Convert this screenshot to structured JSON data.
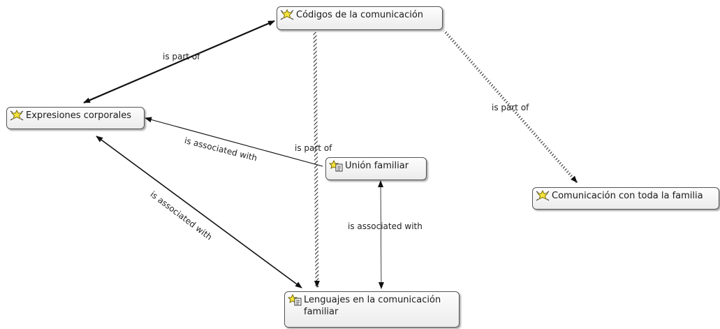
{
  "nodes": [
    {
      "id": "codigos",
      "label": "Códigos de la comunicación",
      "icon": "code-icon"
    },
    {
      "id": "expresiones",
      "label": "Expresiones corporales",
      "icon": "code-icon"
    },
    {
      "id": "comunicacion",
      "label": "Comunicación con toda la familia",
      "icon": "code-icon"
    },
    {
      "id": "union",
      "label": "Unión familiar",
      "icon": "memo-code-icon"
    },
    {
      "id": "lenguajes",
      "label": "Lenguajes en la comunicación familiar",
      "icon": "memo-code-icon"
    }
  ],
  "edges": [
    {
      "from": "codigos",
      "to": "expresiones",
      "label": "is part of"
    },
    {
      "from": "codigos",
      "to": "comunicacion",
      "label": "is part of"
    },
    {
      "from": "codigos",
      "to": "lenguajes",
      "label": "is part of"
    },
    {
      "from": "expresiones",
      "to": "union",
      "label": "is associated with"
    },
    {
      "from": "expresiones",
      "to": "lenguajes",
      "label": "is associated with"
    },
    {
      "from": "union",
      "to": "lenguajes",
      "label": "is associated with"
    }
  ]
}
